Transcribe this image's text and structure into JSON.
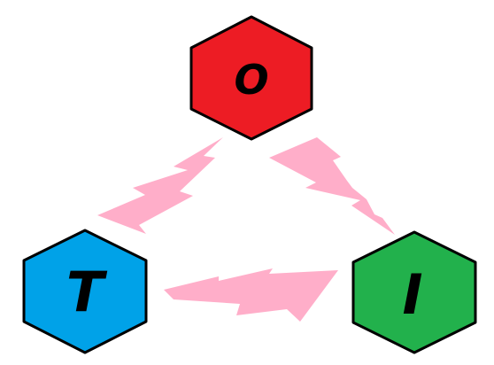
{
  "nodes": {
    "top": {
      "letter": "O",
      "color": "#ED1C24"
    },
    "left": {
      "letter": "T",
      "color": "#00A2E8"
    },
    "right": {
      "letter": "I",
      "color": "#22B14C"
    }
  },
  "connectors": {
    "color": "#FFAEC9",
    "style": "lightning-bolt"
  }
}
